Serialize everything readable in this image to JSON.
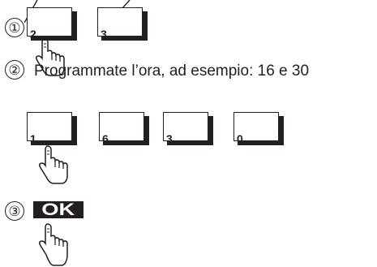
{
  "steps": [
    {
      "number": "①"
    },
    {
      "number": "②",
      "text": "Programmate l’ora, ad esempio: 16 e 30"
    },
    {
      "number": "③"
    }
  ],
  "step1_keys": [
    "2",
    "3"
  ],
  "step2_keys": [
    "1",
    "6",
    "3",
    "0"
  ],
  "ok_label": "OK",
  "icons": [
    "pointing-hand-icon"
  ],
  "colors": {
    "ink": "#231f20",
    "background": "#ffffff"
  }
}
